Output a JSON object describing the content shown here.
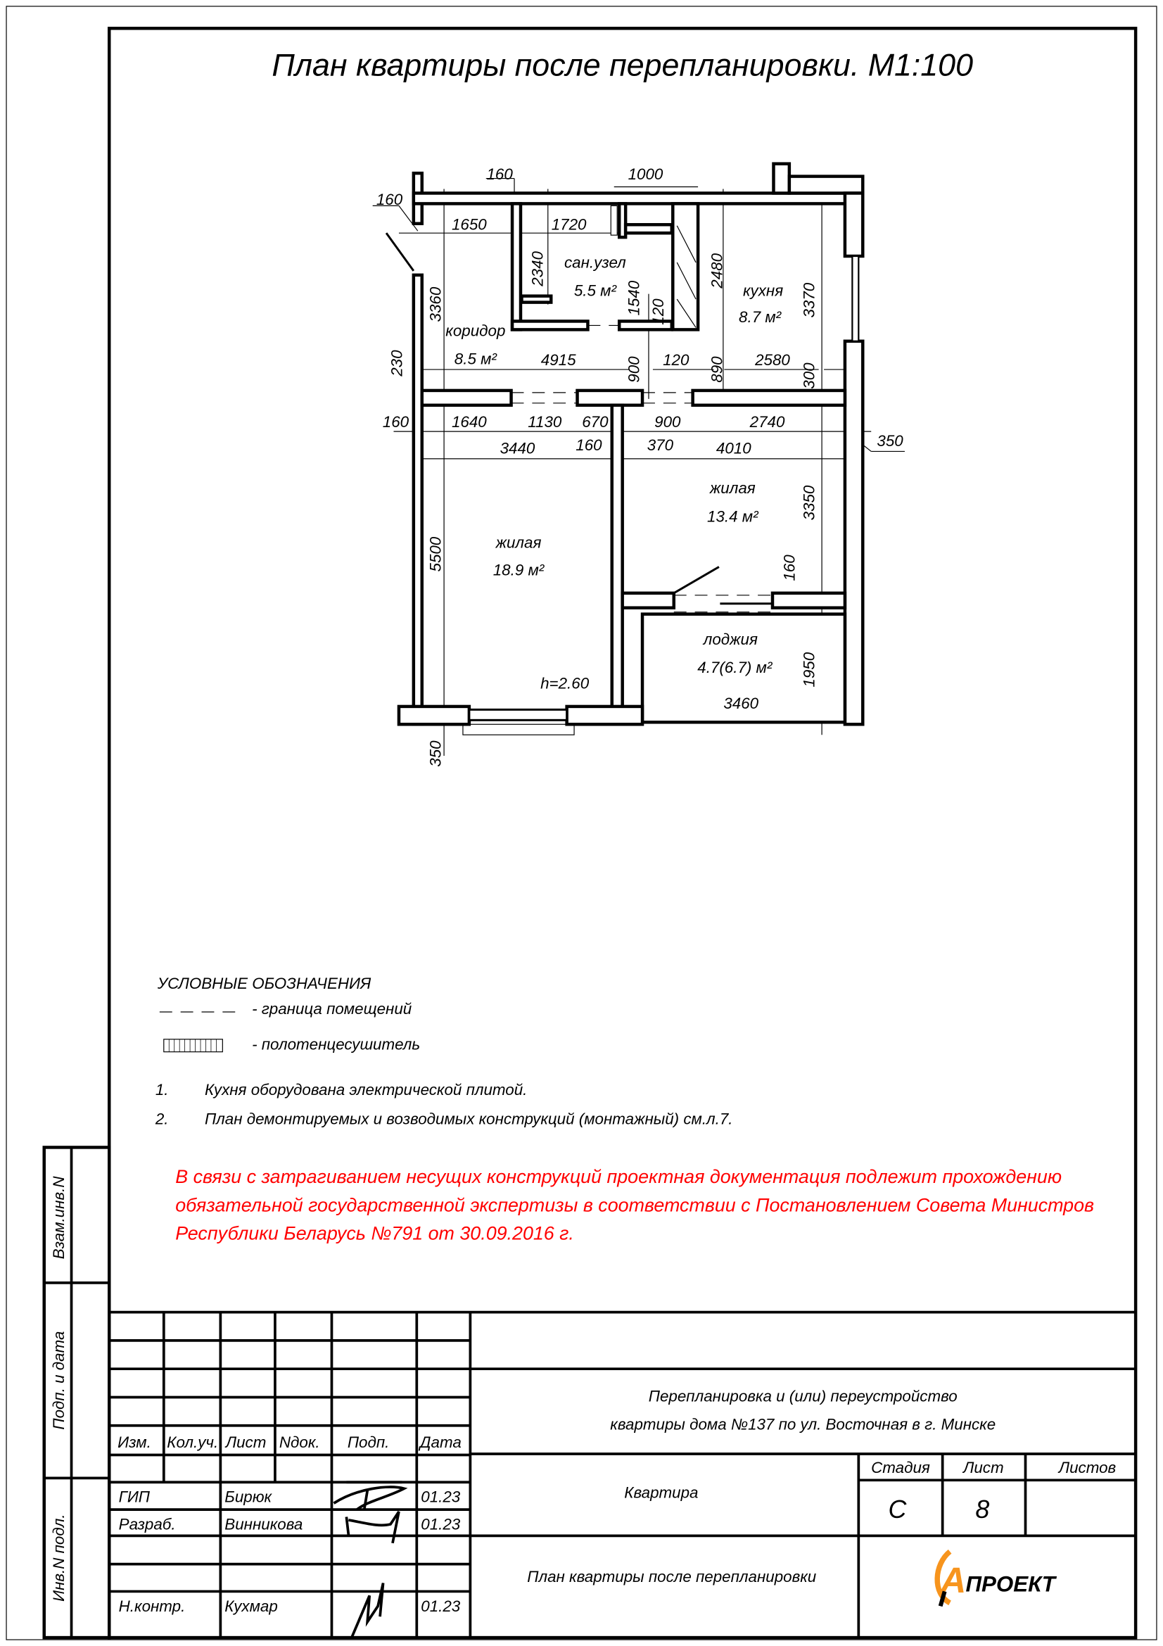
{
  "title": "План квартиры после перепланировки. М1:100",
  "plan": {
    "rooms": {
      "bath_name": "сан.узел",
      "bath_area": "5.5 м²",
      "kitchen_name": "кухня",
      "kitchen_area": "8.7 м²",
      "corridor_name": "коридор",
      "corridor_area": "8.5 м²",
      "living1_name": "жилая",
      "living1_area": "13.4 м²",
      "living2_name": "жилая",
      "living2_area": "18.9 м²",
      "loggia_name": "лоджия",
      "loggia_area": "4.7(6.7) м²",
      "height": "h=2.60"
    },
    "dims": [
      "160",
      "1000",
      "160",
      "1650",
      "1720",
      "2340",
      "1540",
      "120",
      "2480",
      "3370",
      "3360",
      "4915",
      "900",
      "120",
      "890",
      "2580",
      "300",
      "230",
      "160",
      "1640",
      "1130",
      "670",
      "900",
      "2740",
      "3440",
      "160",
      "370",
      "4010",
      "350",
      "3350",
      "5500",
      "160",
      "1950",
      "3460",
      "350"
    ]
  },
  "legend": {
    "title": "УСЛОВНЫЕ ОБОЗНАЧЕНИЯ",
    "items": [
      "- граница помещений",
      "- полотенцесушитель"
    ]
  },
  "notes": [
    {
      "num": "1.",
      "text": "Кухня оборудована электрической плитой."
    },
    {
      "num": "2.",
      "text": "План демонтируемых и возводимых конструкций (монтажный) см.л.7."
    }
  ],
  "warning": [
    "В связи с затрагиванием несущих конструкций проектная документация подлежит прохождению",
    "обязательной государственной экспертизы в соответствии с Постановлением Совета Министров",
    "Республики Беларусь №791 от 30.09.2016 г."
  ],
  "side_stamp": [
    "Взам.инв.N",
    "Подп. и дата",
    "Инв.N подл."
  ],
  "title_block": {
    "headers": [
      "Изм.",
      "Кол.уч.",
      "Лист",
      "Nдок.",
      "Подп.",
      "Дата"
    ],
    "people": [
      {
        "role": "ГИП",
        "name": "Бирюк",
        "date": "01.23"
      },
      {
        "role": "Разраб.",
        "name": "Винникова",
        "date": "01.23"
      },
      {
        "role": "Н.контр.",
        "name": "Кухмар",
        "date": "01.23"
      }
    ],
    "project": [
      "Перепланировка и (или) переустройство",
      "квартиры дома №137 по ул. Восточная в г. Минске"
    ],
    "object": "Квартира",
    "sheet_title": "План квартиры после перепланировки",
    "stage_label": "Стадия",
    "sheet_label": "Лист",
    "sheets_label": "Листов",
    "stage": "С",
    "sheet": "8",
    "sheets": "",
    "logo_text": "ПРОЕКТ",
    "logo_mark": "А",
    "logo_color": "#f7941d"
  },
  "colors": {
    "warning": "#ff0000"
  }
}
